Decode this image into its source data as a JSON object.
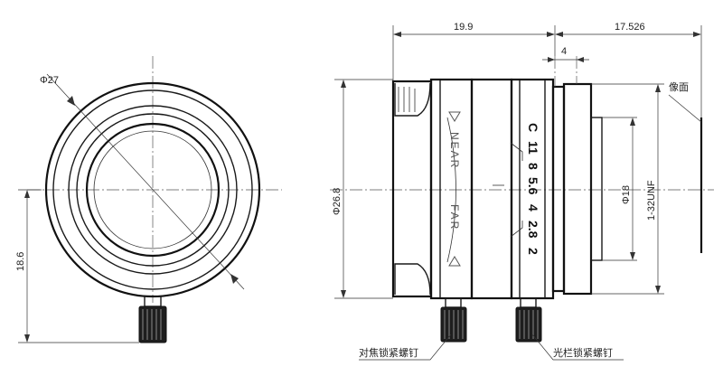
{
  "dimensions": {
    "front_diameter": "Φ27",
    "screw_height": "18.6",
    "body_length": "19.9",
    "back_length": "17.526",
    "flange_width": "4",
    "outer_diameter": "Φ26.8",
    "mount_diameter": "Φ18",
    "thread": "1-32UNF"
  },
  "labels": {
    "image_plane": "像面",
    "focus_screw": "对焦锁紧螺钉",
    "iris_screw": "光栏锁紧螺钉"
  },
  "focus_ring": {
    "near": "NEAR",
    "far": "FAR"
  },
  "aperture_scale": [
    "C",
    "11",
    "8",
    "5.6",
    "4",
    "2.8",
    "2"
  ]
}
